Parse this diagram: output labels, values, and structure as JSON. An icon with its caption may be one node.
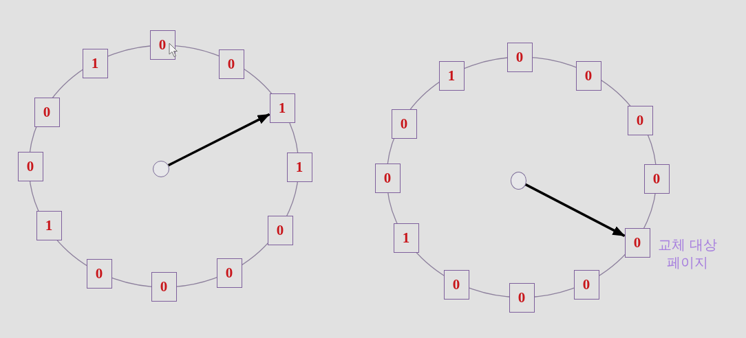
{
  "diagram": {
    "nodes": [
      {
        "text": [],
        "shape": "circle"
      },
      {
        "text": [
          "0"
        ]
      },
      {
        "text": [
          "0"
        ]
      },
      {
        "text": [
          "1"
        ]
      },
      {
        "text": [
          "1"
        ]
      },
      {
        "text": [
          "0"
        ]
      },
      {
        "text": [
          "0"
        ]
      },
      {
        "text": [
          "0"
        ]
      },
      {
        "text": [
          "0"
        ]
      },
      {
        "text": [
          "1"
        ]
      },
      {
        "text": [
          "0"
        ]
      },
      {
        "text": [
          "0"
        ]
      },
      {
        "text": [
          "1"
        ]
      },
      {
        "text": [],
        "shape": "circle"
      },
      {
        "text": [
          "0"
        ]
      },
      {
        "text": [
          "0"
        ]
      },
      {
        "text": [
          "0"
        ]
      },
      {
        "text": [
          "0"
        ]
      },
      {
        "text": [
          "0"
        ],
        "beside": [
          "교체 대상 페이지"
        ]
      },
      {
        "text": [
          "0"
        ]
      },
      {
        "text": [
          "0"
        ]
      },
      {
        "text": [
          "0"
        ]
      },
      {
        "text": [
          "1"
        ]
      },
      {
        "text": [
          "0"
        ]
      },
      {
        "text": [
          "0"
        ]
      },
      {
        "text": [
          "1"
        ]
      }
    ],
    "edges": [
      {
        "from": 0,
        "to": 3,
        "arrow": "to"
      },
      {
        "from": 13,
        "to": 18,
        "arrow": "to"
      }
    ]
  }
}
